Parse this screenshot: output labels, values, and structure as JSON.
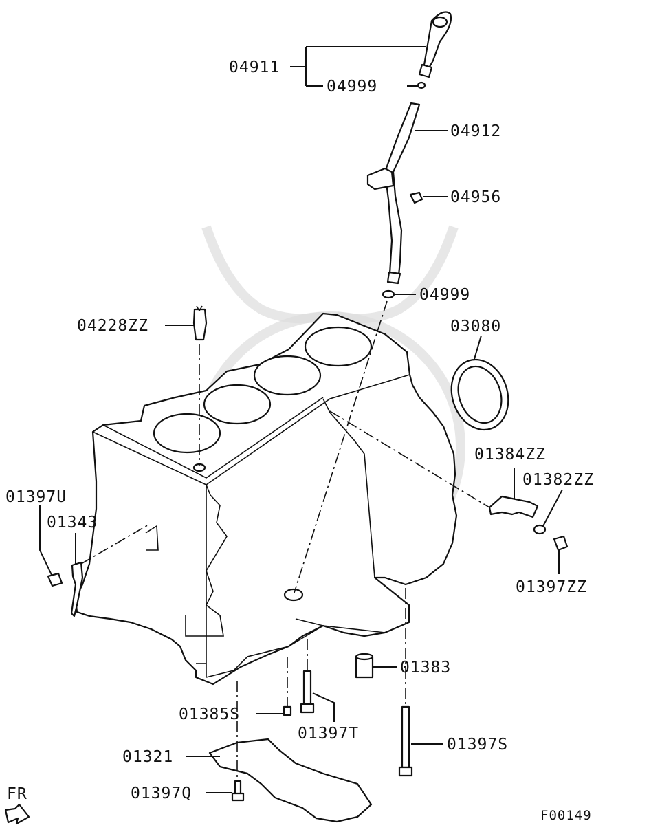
{
  "diagram": {
    "labels": {
      "l04911": "04911",
      "l04999a": "04999",
      "l04912": "04912",
      "l04956": "04956",
      "l04999b": "04999",
      "l04228": "04228ZZ",
      "l03080": "03080",
      "l01384": "01384ZZ",
      "l01382": "01382ZZ",
      "l01397zz": "01397ZZ",
      "l01397u": "01397U",
      "l01343": "01343",
      "l01383": "01383",
      "l01385s": "01385S",
      "l01397t": "01397T",
      "l01397s": "01397S",
      "l01321": "01321",
      "l01397q": "01397Q"
    },
    "direction_label": "FR",
    "figure_code": "F00149"
  }
}
